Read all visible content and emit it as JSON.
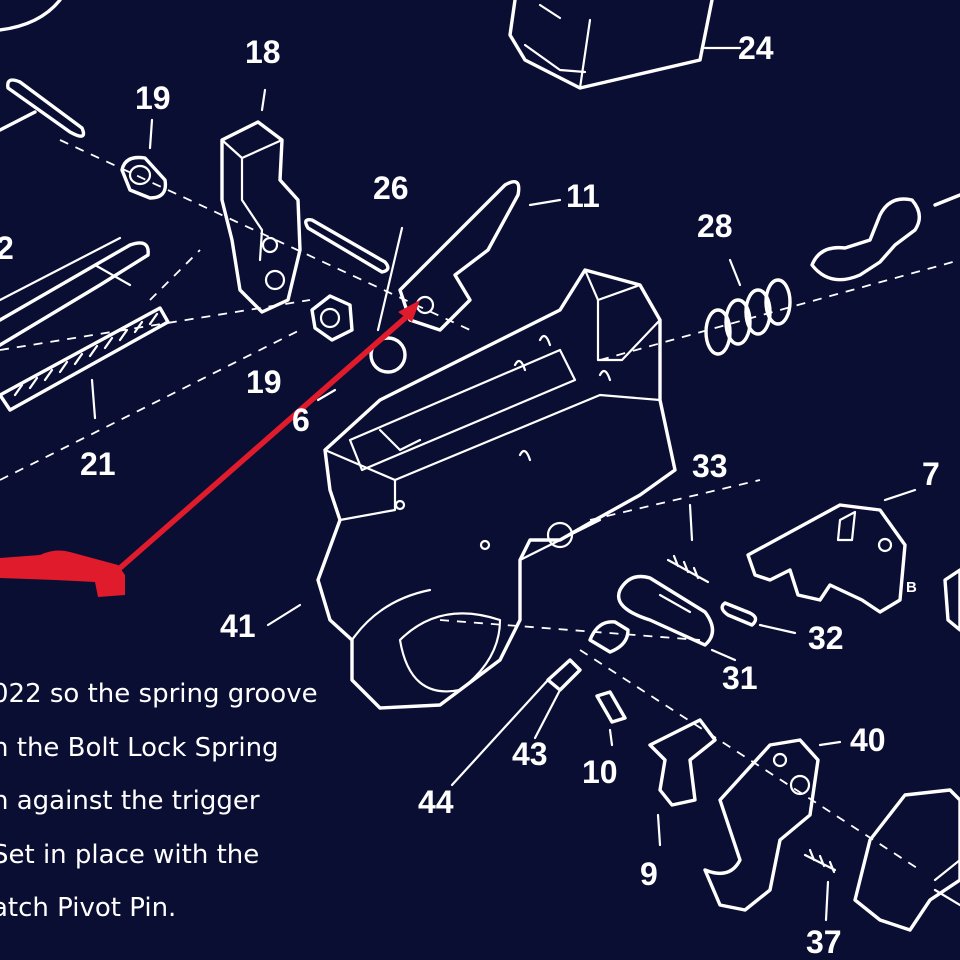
{
  "labels": {
    "l2": "2",
    "l6": "6",
    "l7": "7",
    "l9": "9",
    "l10": "10",
    "l11": "11",
    "l18": "18",
    "l19a": "19",
    "l19b": "19",
    "l21": "21",
    "l24": "24",
    "l26": "26",
    "l28": "28",
    "l31": "31",
    "l32": "32",
    "l33": "33",
    "l37": "37",
    "l40": "40",
    "l41": "41",
    "l43": "43",
    "l44": "44",
    "lB": "B"
  },
  "caption": [
    "022 so the spring groove",
    "h the  Bolt Lock Spring",
    "h against the trigger",
    "Set in place with the",
    "atch Pivot Pin."
  ],
  "colors": {
    "background": "#0b0e33",
    "line": "#ffffff",
    "highlight": "#e01b2b"
  }
}
